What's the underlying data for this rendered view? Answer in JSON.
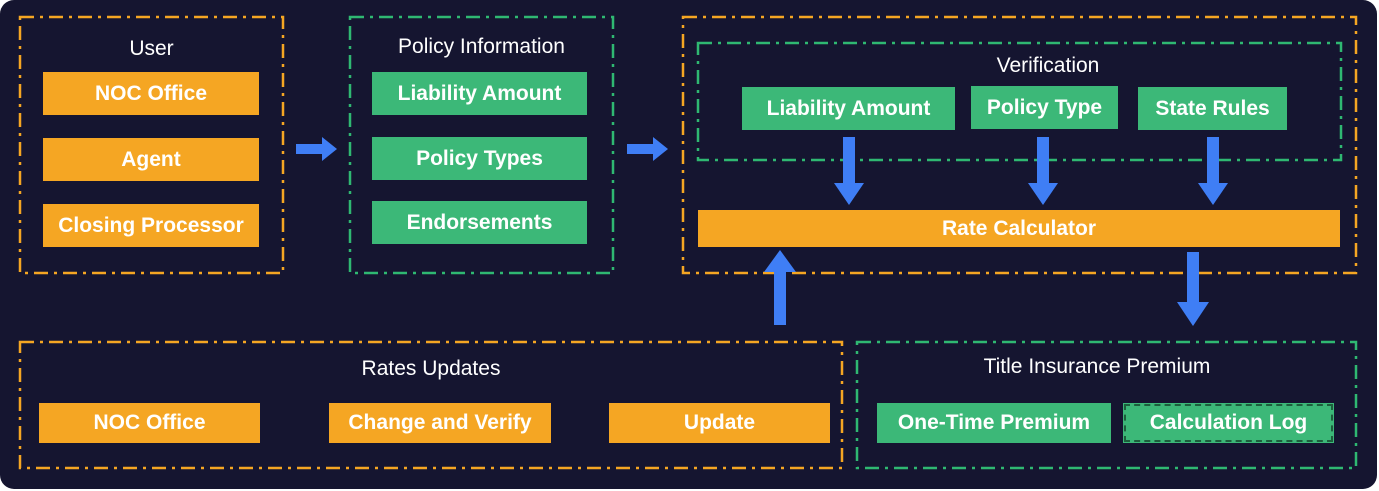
{
  "user": {
    "title": "User",
    "items": [
      "NOC Office",
      "Agent",
      "Closing Processor"
    ]
  },
  "policy_information": {
    "title": "Policy Information",
    "items": [
      "Liability Amount",
      "Policy Types",
      "Endorsements"
    ]
  },
  "verification": {
    "title": "Verification",
    "items": [
      "Liability Amount",
      "Policy Type",
      "State Rules"
    ]
  },
  "rate_calculator": {
    "label": "Rate Calculator"
  },
  "rates_updates": {
    "title": "Rates Updates",
    "items": [
      "NOC Office",
      "Change and Verify",
      "Update"
    ]
  },
  "title_insurance_premium": {
    "title": "Title Insurance Premium",
    "items": [
      "One-Time Premium",
      "Calculation Log"
    ]
  },
  "colors": {
    "background": "#151530",
    "orange": "#f5a623",
    "green": "#3cb878",
    "arrow": "#3f7ef5"
  }
}
